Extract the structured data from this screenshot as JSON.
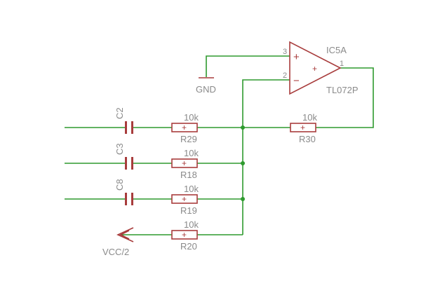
{
  "opamp": {
    "name": "IC5A",
    "value": "TL072P",
    "pin_noninv": "3",
    "pin_inv": "2",
    "pin_out": "1",
    "sign_plus": "+",
    "sign_minus": "−",
    "sign_out": "+"
  },
  "ground_label": "GND",
  "vcc_label": "VCC/2",
  "capacitors": [
    "C2",
    "C3",
    "C8"
  ],
  "resistors": [
    {
      "name": "R29",
      "value": "10k"
    },
    {
      "name": "R18",
      "value": "10k"
    },
    {
      "name": "R19",
      "value": "10k"
    },
    {
      "name": "R20",
      "value": "10k"
    },
    {
      "name": "R30",
      "value": "10k"
    }
  ],
  "resistor_mark": "+",
  "colors": {
    "wire": "#2e9a2e",
    "part": "#a83c3c",
    "text": "#8a8a8a"
  }
}
